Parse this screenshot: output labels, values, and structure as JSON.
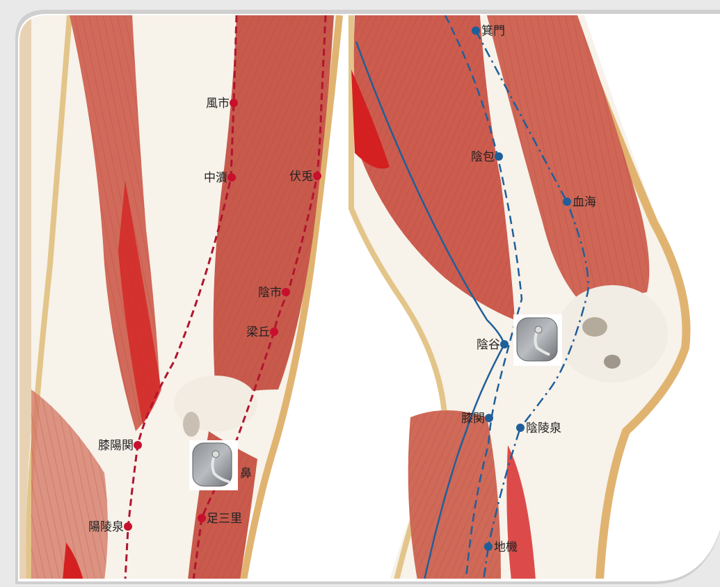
{
  "colors": {
    "yang_meridian": "#c8102e",
    "yin_meridian": "#1f5f99",
    "muscle_red": "#c84848",
    "muscle_light": "#e2a49a",
    "tendon": "#e3c58a",
    "skin": "#f7f2ea"
  },
  "yang_points": [
    {
      "id": "fengshi",
      "label": "風市"
    },
    {
      "id": "zhongdu",
      "label": "中瀆"
    },
    {
      "id": "futu",
      "label": "伏兎"
    },
    {
      "id": "yinshi",
      "label": "陰市"
    },
    {
      "id": "liangqiu",
      "label": "梁丘"
    },
    {
      "id": "xiyangguan",
      "label": "膝陽関"
    },
    {
      "id": "dubi",
      "label": "鼻"
    },
    {
      "id": "yanglingquan",
      "label": "陽陵泉"
    },
    {
      "id": "zusanli",
      "label": "足三里"
    }
  ],
  "yin_points": [
    {
      "id": "jimen",
      "label": "箕門"
    },
    {
      "id": "yinbao",
      "label": "陰包"
    },
    {
      "id": "xuehai",
      "label": "血海"
    },
    {
      "id": "yingu",
      "label": "陰谷"
    },
    {
      "id": "xiguan",
      "label": "膝関"
    },
    {
      "id": "yinlingquan",
      "label": "陰陵泉"
    },
    {
      "id": "diji",
      "label": "地機"
    }
  ],
  "electrodes": [
    {
      "id": "electrode-left",
      "icon": "electrode-pad-icon"
    },
    {
      "id": "electrode-right",
      "icon": "electrode-pad-icon"
    }
  ]
}
